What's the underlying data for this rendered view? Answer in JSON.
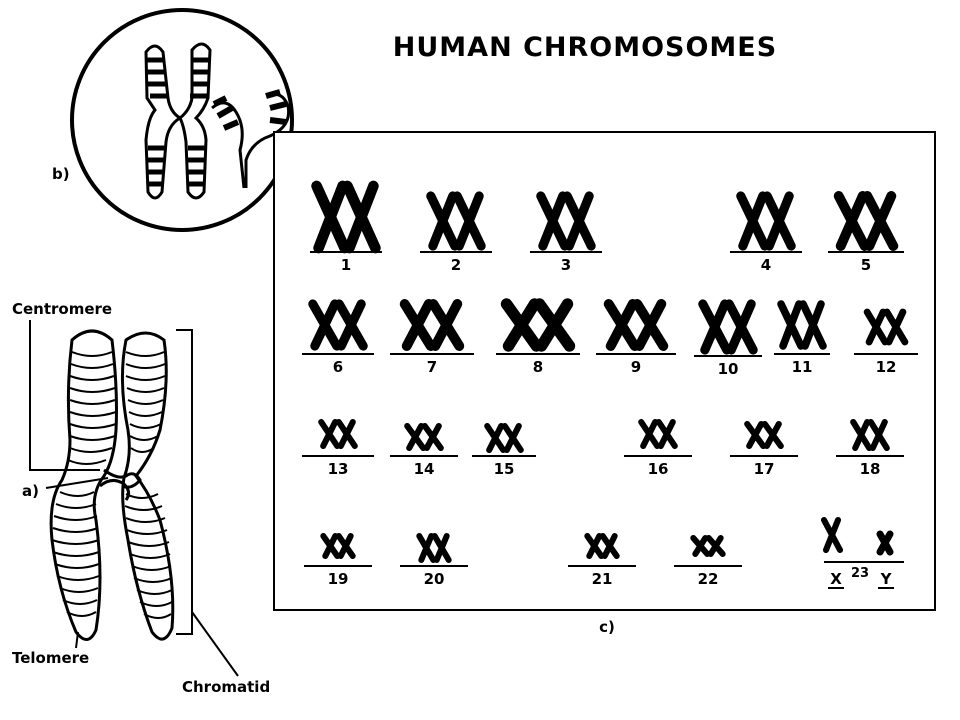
{
  "title": "HUMAN CHROMOSOMES",
  "labels": {
    "centromere": "Centromere",
    "telomere": "Telomere",
    "chromatid": "Chromatid",
    "part_a": "a)",
    "part_b": "b)",
    "part_c": "c)"
  },
  "karyotype": {
    "pairs": [
      "1",
      "2",
      "3",
      "4",
      "5",
      "6",
      "7",
      "8",
      "9",
      "10",
      "11",
      "12",
      "13",
      "14",
      "15",
      "16",
      "17",
      "18",
      "19",
      "20",
      "21",
      "22"
    ],
    "sex_pair_number": "23",
    "sex_x": "X",
    "sex_y": "Y"
  }
}
